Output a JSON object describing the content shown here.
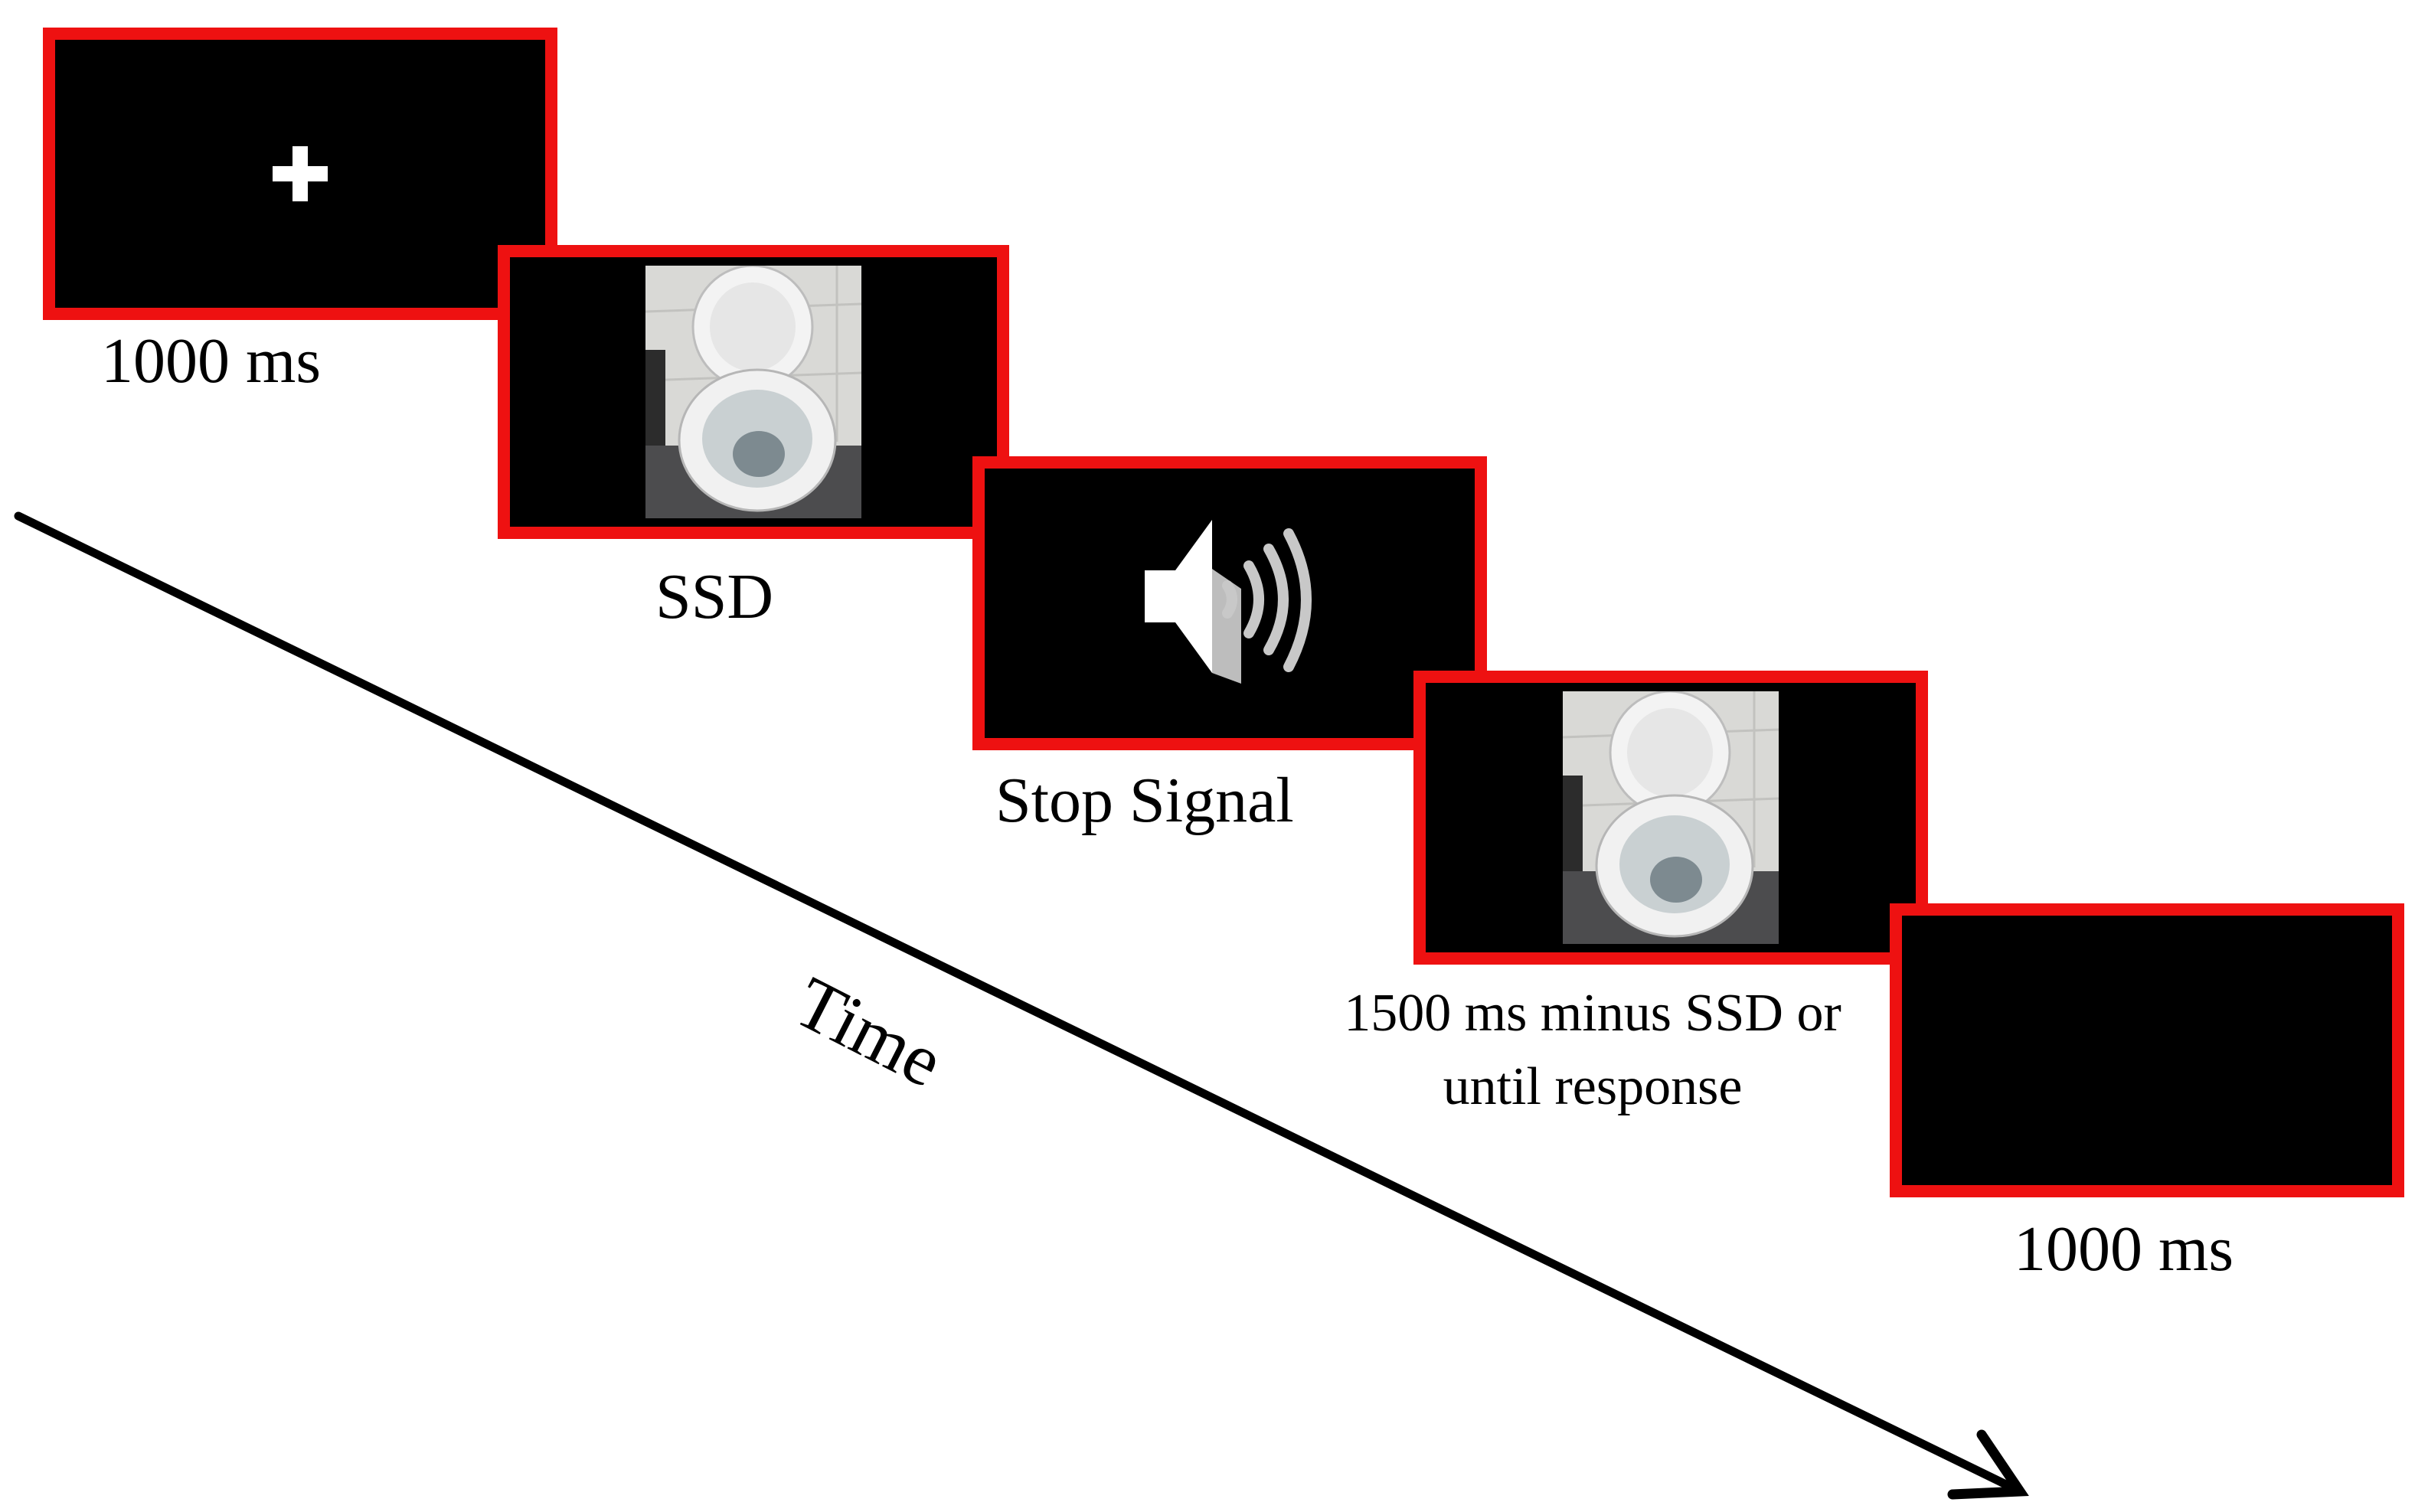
{
  "screens": [
    {
      "content": "fixation-cross",
      "caption": "1000 ms"
    },
    {
      "content": "toilet-image",
      "caption": "SSD"
    },
    {
      "content": "speaker-icon",
      "caption": "Stop Signal"
    },
    {
      "content": "toilet-image",
      "caption_lines": [
        "1500 ms minus SSD or",
        "until response"
      ]
    },
    {
      "content": "blank",
      "caption": "1000 ms"
    }
  ],
  "time_axis": {
    "label": "Time"
  },
  "colors": {
    "frame": "#ee1111",
    "screen": "#000000",
    "background": "#ffffff",
    "text": "#000000",
    "arrow": "#000000"
  }
}
